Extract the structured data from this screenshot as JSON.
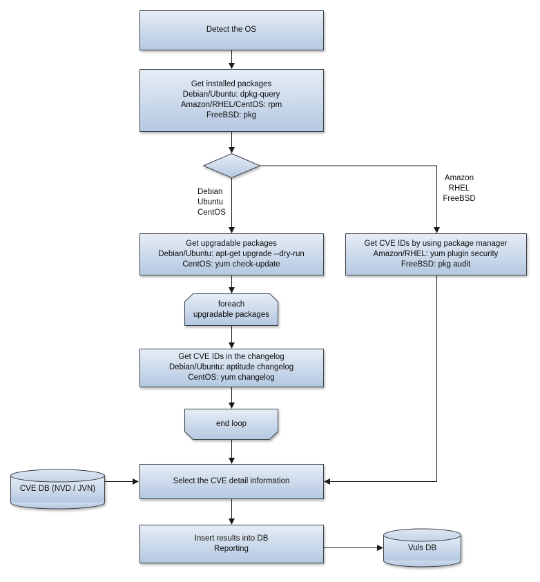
{
  "diagram": {
    "background": "#ffffff",
    "shape_fill_top": "#e6edf6",
    "shape_fill_bottom": "#b4c8e1",
    "shape_border": "#3a3f47",
    "connector_color": "#1a1a1a"
  },
  "nodes": {
    "detect_os": {
      "label": "Detect the OS"
    },
    "get_installed_packages": {
      "label": "Get installed packages\nDebian/Ubuntu: dpkg-query\nAmazon/RHEL/CentOS: rpm\nFreeBSD: pkg"
    },
    "get_upgradable_packages": {
      "label": "Get upgradable packages\nDebian/Ubuntu: apt-get upgrade --dry-run\nCentOS: yum check-update"
    },
    "get_cve_ids_package_manager": {
      "label": "Get CVE IDs by using package manager\nAmazon/RHEL: yum plugin security\nFreeBSD: pkg audit"
    },
    "foreach_loop_start": {
      "label": "foreach\nupgradable packages"
    },
    "get_cve_ids_changelog": {
      "label": "Get CVE IDs in the changelog\nDebian/Ubuntu: aptitude changelog\nCentOS: yum changelog"
    },
    "end_loop": {
      "label": "end loop"
    },
    "select_cve_detail": {
      "label": "Select the CVE detail information"
    },
    "insert_results": {
      "label": "Insert results into DB\nReporting"
    },
    "cve_db": {
      "label": "CVE DB (NVD / JVN)"
    },
    "vuls_db": {
      "label": "Vuls DB"
    }
  },
  "branch_labels": {
    "left": "Debian\nUbuntu\nCentOS",
    "right": "Amazon\nRHEL\nFreeBSD"
  }
}
